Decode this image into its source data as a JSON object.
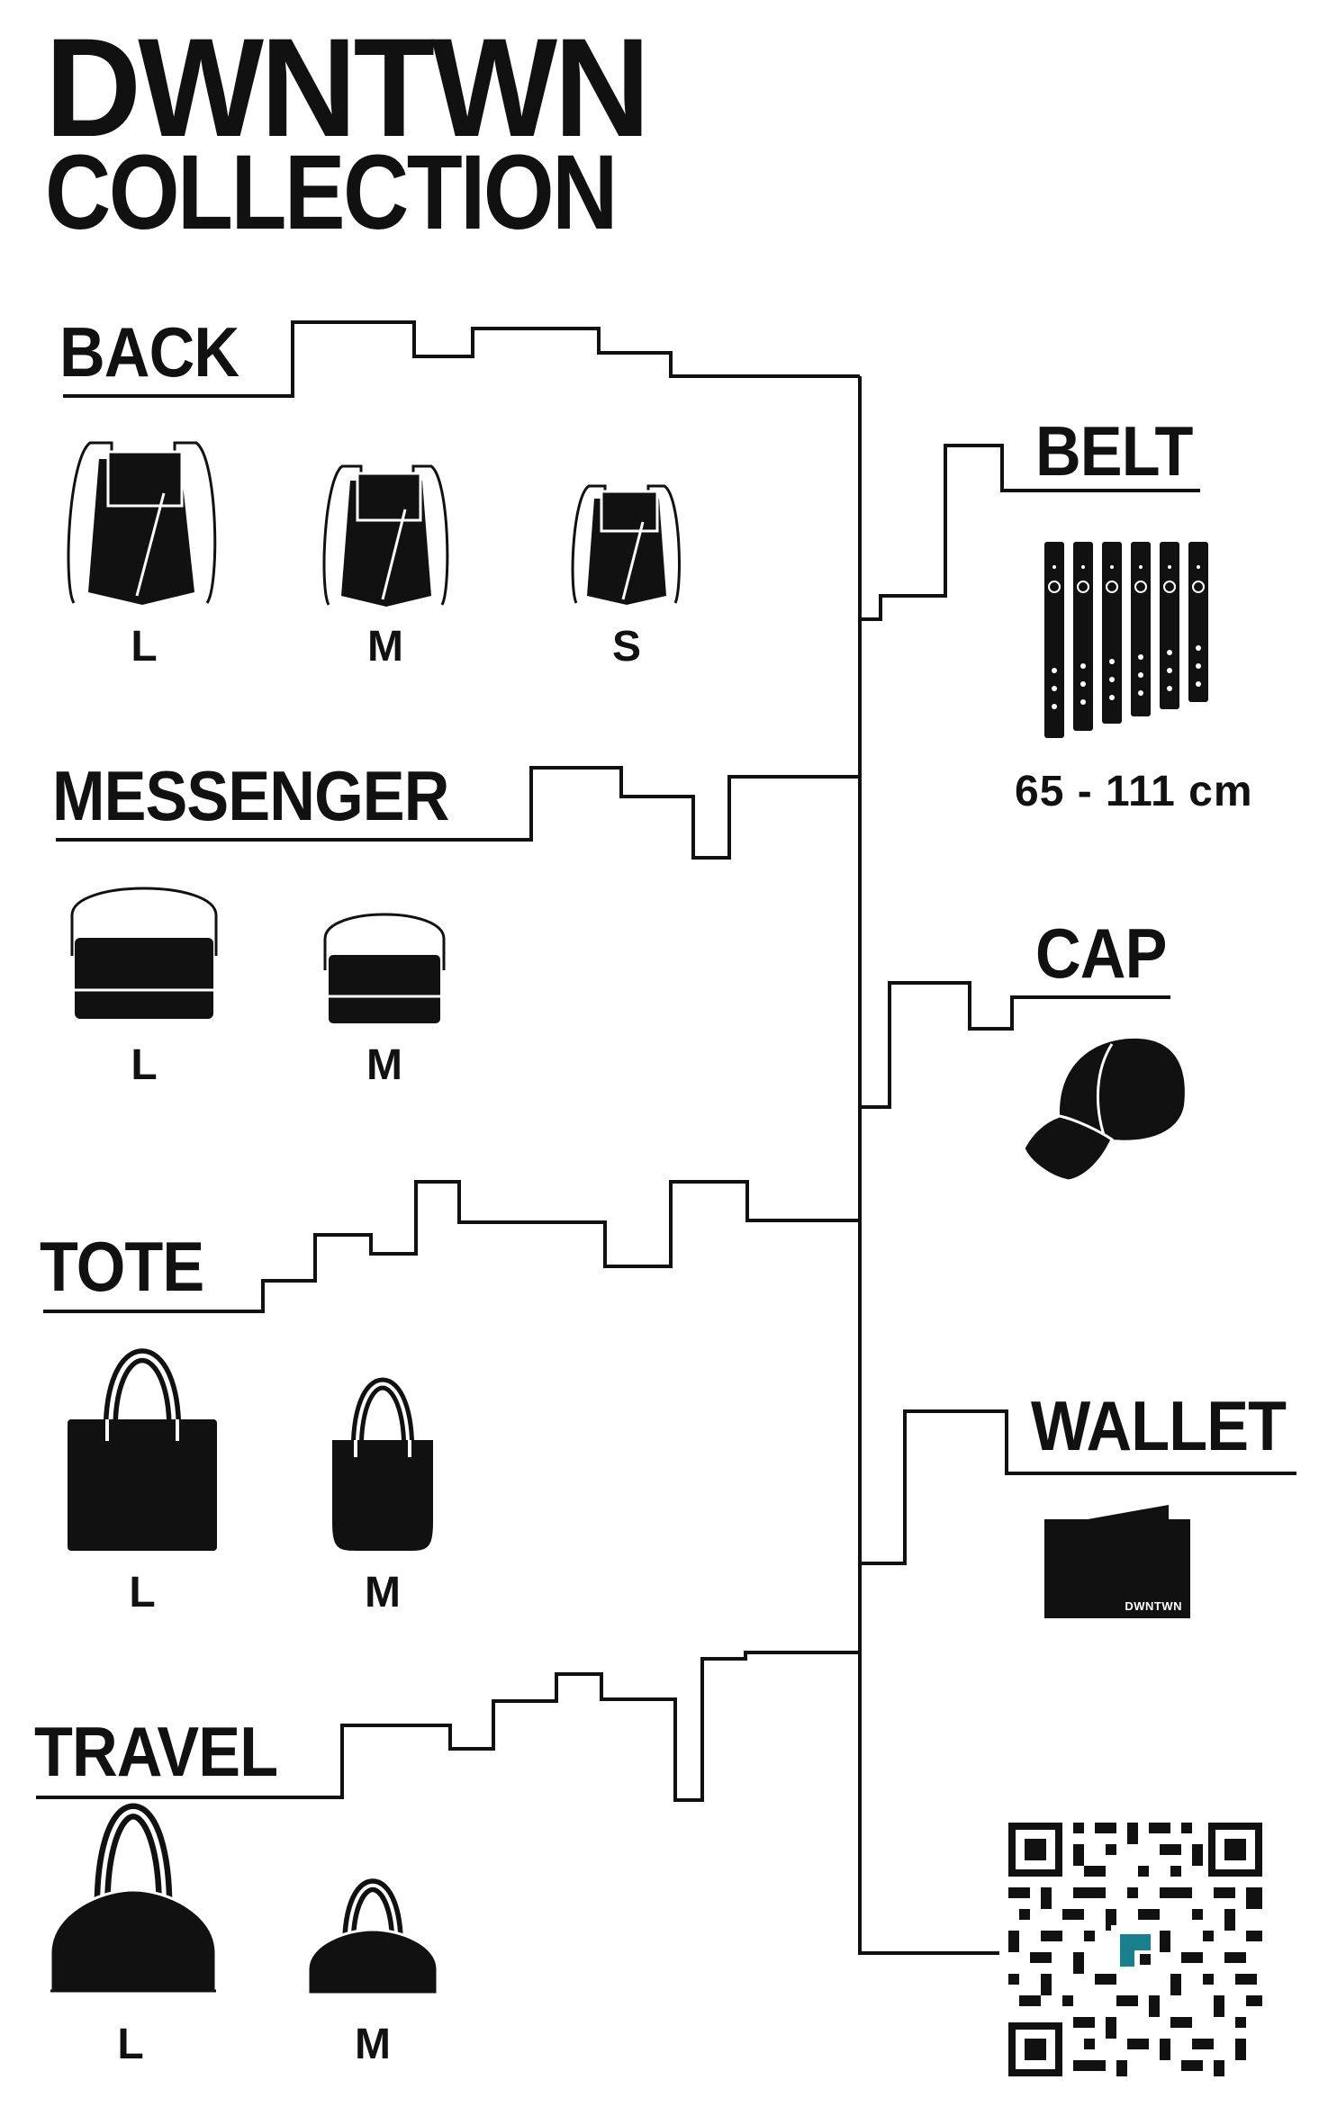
{
  "header": {
    "title": "DWNTWN",
    "subtitle": "COLLECTION"
  },
  "categories": {
    "back": {
      "label": "BACK",
      "sizes": [
        "L",
        "M",
        "S"
      ]
    },
    "messenger": {
      "label": "MESSENGER",
      "sizes": [
        "L",
        "M"
      ]
    },
    "tote": {
      "label": "TOTE",
      "sizes": [
        "L",
        "M"
      ]
    },
    "travel": {
      "label": "TRAVEL",
      "sizes": [
        "L",
        "M"
      ]
    },
    "belt": {
      "label": "BELT",
      "size_range": "65 - 111 cm"
    },
    "cap": {
      "label": "CAP"
    },
    "wallet": {
      "label": "WALLET",
      "brand_mark": "DWNTWN"
    }
  },
  "icons": [
    "backpack-icon",
    "messenger-bag-icon",
    "tote-bag-icon",
    "duffel-bag-icon",
    "belt-icon",
    "cap-icon",
    "wallet-icon",
    "qr-code"
  ],
  "colors": {
    "ink": "#111111",
    "background": "#ffffff",
    "qr_accent": "#1a7f8e"
  }
}
